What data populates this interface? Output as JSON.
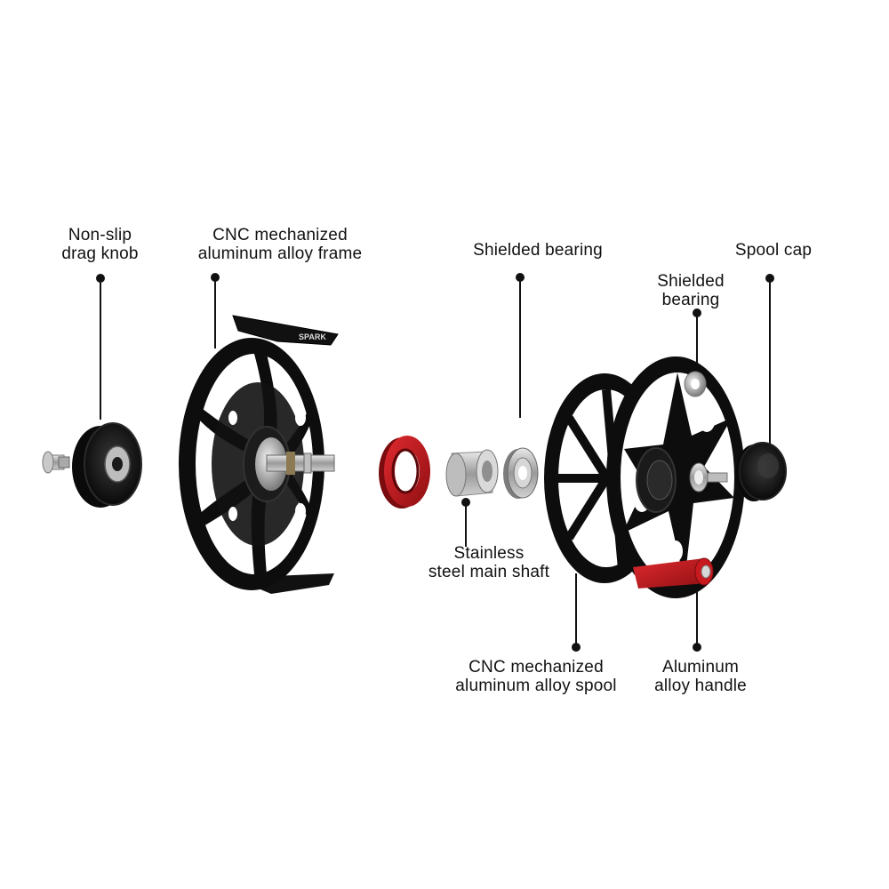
{
  "diagram": {
    "brand_mark": "SPARK",
    "labels": {
      "drag_knob": {
        "line1": "Non-slip",
        "line2": "drag knob"
      },
      "frame": {
        "line1": "CNC mechanized",
        "line2": "aluminum alloy frame"
      },
      "bearing_main": {
        "line1": "Shielded bearing"
      },
      "bearing_small": {
        "line1": "Shielded",
        "line2": "bearing"
      },
      "spool_cap": {
        "line1": "Spool cap"
      },
      "main_shaft": {
        "line1": "Stainless",
        "line2": "steel main shaft"
      },
      "spool": {
        "line1": "CNC mechanized",
        "line2": "aluminum alloy spool"
      },
      "handle": {
        "line1": "Aluminum",
        "line2": "alloy handle"
      }
    },
    "colors": {
      "reel_black": "#0d0d0d",
      "accent_red": "#c8191f",
      "steel": "#b8b8b8",
      "leader": "#111111"
    }
  }
}
